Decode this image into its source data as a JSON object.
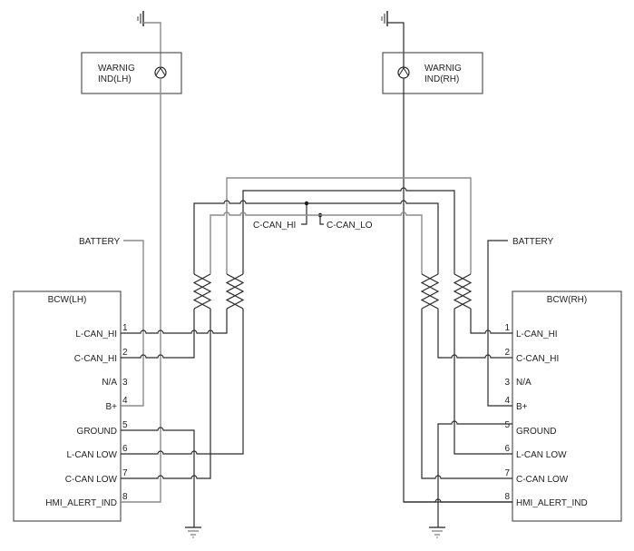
{
  "diagram": {
    "warning_lh": {
      "line1": "WARNIG",
      "line2": "IND(LH)",
      "icon": "lamp-icon"
    },
    "warning_rh": {
      "line1": "WARNIG",
      "line2": "IND(RH)",
      "icon": "lamp-icon"
    },
    "battery_lh": "BATTERY",
    "battery_rh": "BATTERY",
    "bus_labels": {
      "hi": "C-CAN_HI",
      "lo": "C-CAN_LO"
    },
    "bcw_lh": {
      "title": "BCW(LH)",
      "pins": [
        {
          "num": "1",
          "label": "L-CAN_HI"
        },
        {
          "num": "2",
          "label": "C-CAN_HI"
        },
        {
          "num": "3",
          "label": "N/A"
        },
        {
          "num": "4",
          "label": "B+"
        },
        {
          "num": "5",
          "label": "GROUND"
        },
        {
          "num": "6",
          "label": "L-CAN LOW"
        },
        {
          "num": "7",
          "label": "C-CAN LOW"
        },
        {
          "num": "8",
          "label": "HMI_ALERT_IND"
        }
      ]
    },
    "bcw_rh": {
      "title": "BCW(RH)",
      "pins": [
        {
          "num": "1",
          "label": "L-CAN_HI"
        },
        {
          "num": "2",
          "label": "C-CAN_HI"
        },
        {
          "num": "3",
          "label": "N/A"
        },
        {
          "num": "4",
          "label": "B+"
        },
        {
          "num": "5",
          "label": "GROUND"
        },
        {
          "num": "6",
          "label": "L-CAN LOW"
        },
        {
          "num": "7",
          "label": "C-CAN LOW"
        },
        {
          "num": "8",
          "label": "HMI_ALERT_IND"
        }
      ]
    }
  }
}
